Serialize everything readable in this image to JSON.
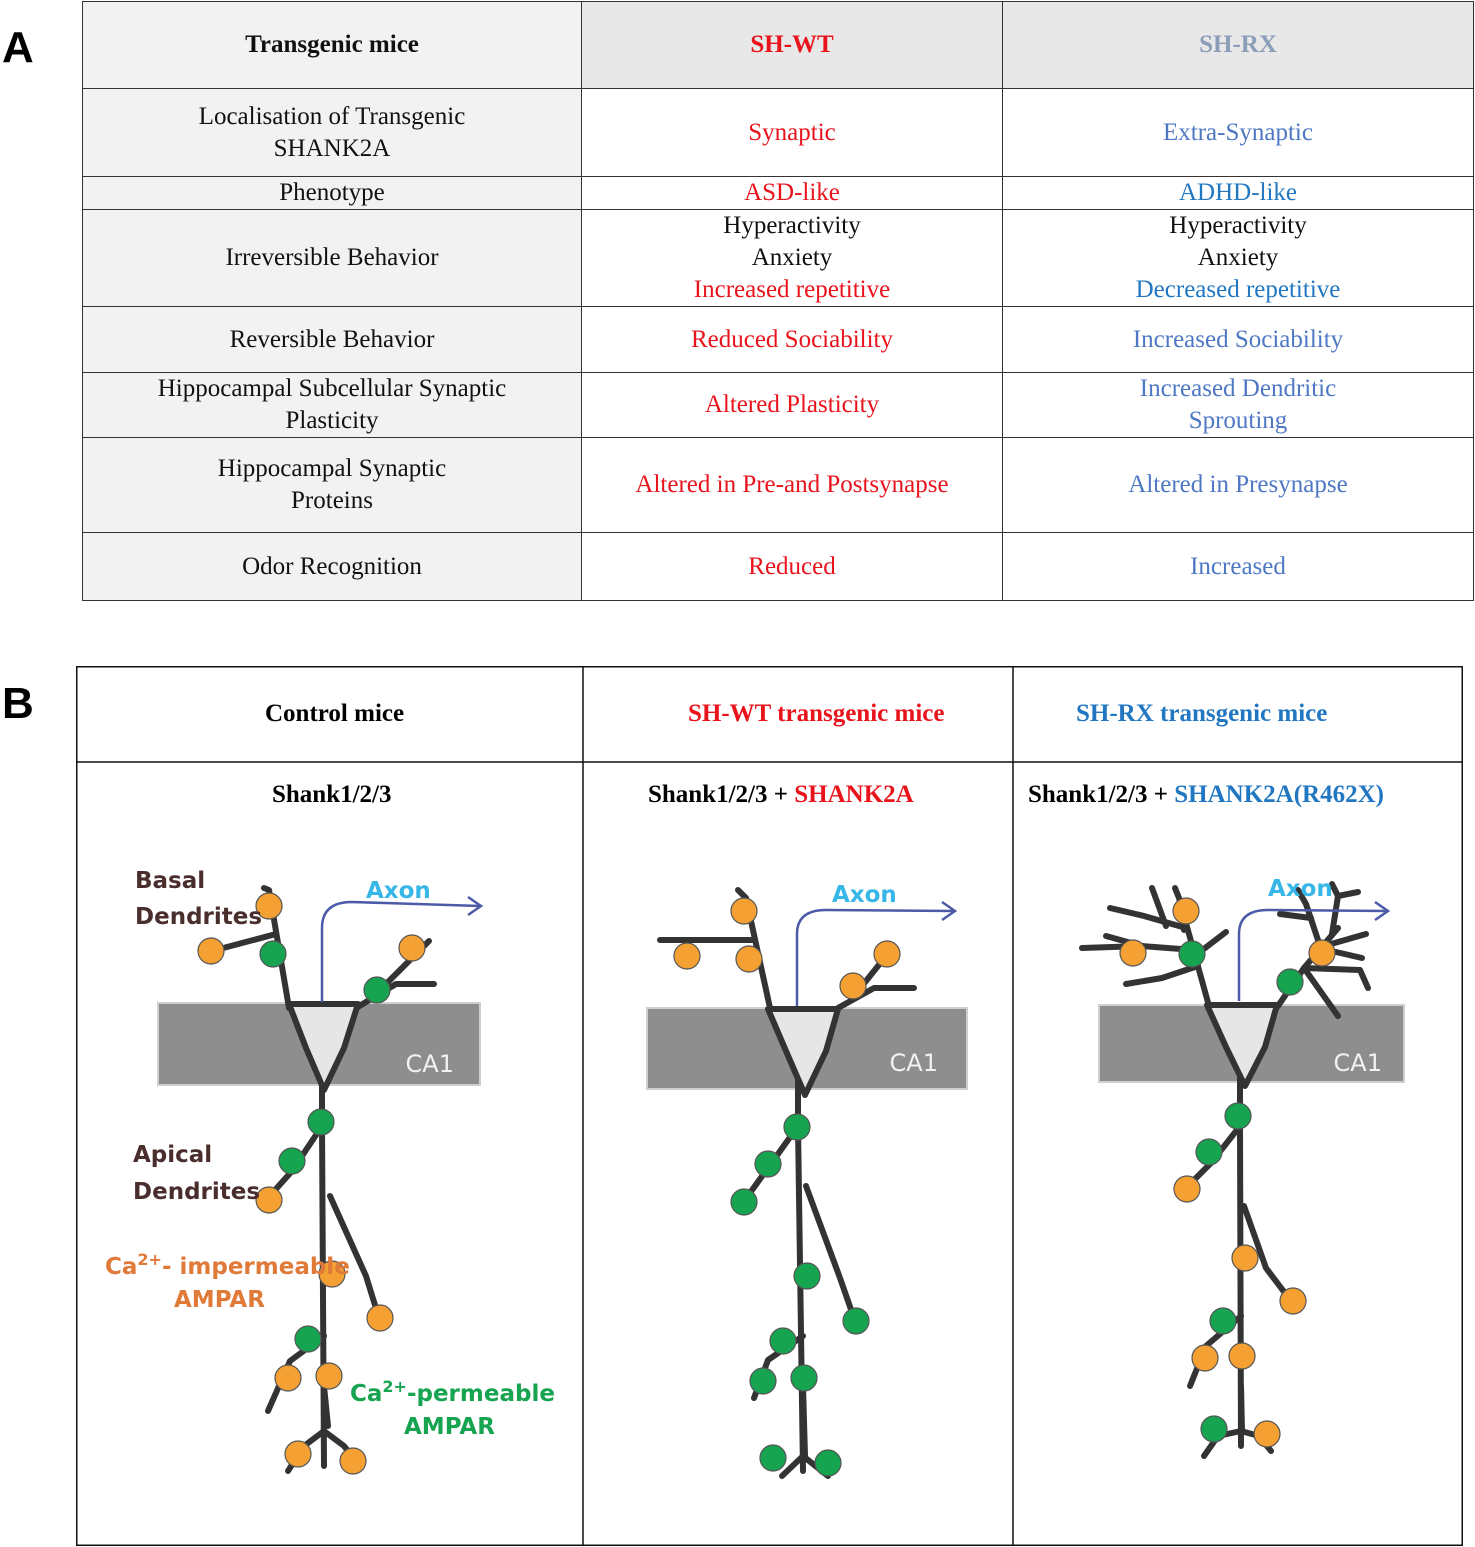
{
  "panel_a": {
    "letter": "A",
    "headers": {
      "col1": "Transgenic mice",
      "col2": "SH-WT",
      "col3": "SH-RX"
    },
    "rows": [
      {
        "label_lines": [
          "Localisation of Transgenic",
          "SHANK2A"
        ],
        "wt": [
          "Synaptic"
        ],
        "rx": [
          "Extra-Synaptic"
        ]
      },
      {
        "label_lines": [
          "Phenotype"
        ],
        "wt": [
          "ASD-like"
        ],
        "rx": [
          "ADHD-like"
        ]
      },
      {
        "label_lines": [
          "Irreversible Behavior"
        ],
        "wt": [
          "Hyperactivity",
          "Anxiety",
          "Increased repetitive"
        ],
        "rx": [
          "Hyperactivity",
          "Anxiety",
          "Decreased repetitive"
        ]
      },
      {
        "label_lines": [
          "Reversible Behavior"
        ],
        "wt": [
          "Reduced Sociability"
        ],
        "rx": [
          "Increased Sociability"
        ]
      },
      {
        "label_lines": [
          "Hippocampal Subcellular Synaptic",
          "Plasticity"
        ],
        "wt": [
          "Altered Plasticity"
        ],
        "rx": [
          "Increased Dendritic",
          "Sprouting"
        ]
      },
      {
        "label_lines": [
          "Hippocampal Synaptic",
          "Proteins"
        ],
        "wt": [
          "Altered in Pre-and Postsynapse"
        ],
        "rx": [
          "Altered in Presynapse"
        ]
      },
      {
        "label_lines": [
          "Odor Recognition"
        ],
        "wt": [
          "Reduced"
        ],
        "rx": [
          "Increased"
        ]
      }
    ]
  },
  "panel_b": {
    "letter": "B",
    "headers": {
      "control": "Control mice",
      "wt": "SH-WT transgenic mice",
      "rx": "SH-RX transgenic mice"
    },
    "subheaders": {
      "control": "Shank1/2/3",
      "wt_prefix": "Shank1/2/3 + ",
      "wt_suffix": "SHANK2A",
      "rx_prefix": "Shank1/2/3 + ",
      "rx_suffix": "SHANK2A(R462X)"
    },
    "labels": {
      "basal_1": "Basal",
      "basal_2": "Dendrites",
      "axon": "Axon",
      "ca1": "CA1",
      "apical_1": "Apical",
      "apical_2": "Dendrites",
      "impermeable_1": "Ca",
      "impermeable_sup": "2+",
      "impermeable_2": "- impermeable",
      "impermeable_3": "AMPAR",
      "permeable_1": "Ca",
      "permeable_sup": "2+",
      "permeable_2": "-permeable",
      "permeable_3": "AMPAR"
    }
  },
  "colors": {
    "wt_red": "#e8131b",
    "rx_blue": "#4e78c4",
    "rx_blue_dark": "#2177c2",
    "orange_receptor": "#f5a033",
    "green_receptor": "#16a450",
    "ca1_layer": "#8e8e8e",
    "axon_arrow": "#4d5aa8",
    "axon_label": "#37b6e8"
  }
}
